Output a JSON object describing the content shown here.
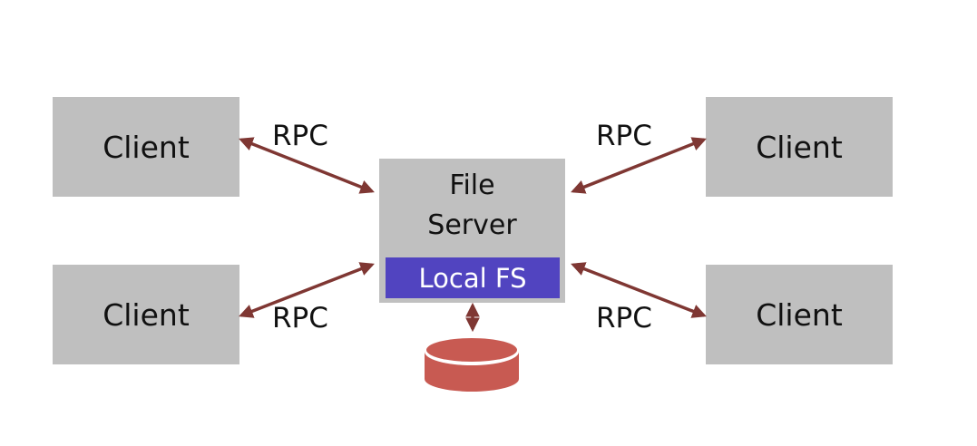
{
  "diagram": {
    "clients": [
      {
        "label": "Client",
        "position": "top-left"
      },
      {
        "label": "Client",
        "position": "bottom-left"
      },
      {
        "label": "Client",
        "position": "top-right"
      },
      {
        "label": "Client",
        "position": "bottom-right"
      }
    ],
    "server": {
      "line1": "File",
      "line2": "Server",
      "local_fs": "Local FS"
    },
    "rpc_labels": [
      "RPC",
      "RPC",
      "RPC",
      "RPC"
    ],
    "storage": {
      "icon": "disk-icon"
    },
    "colors": {
      "box_gray": "#bfbfbf",
      "local_fs_purple": "#5144c0",
      "arrow": "#7f3733",
      "disk": "#c85a52"
    }
  }
}
